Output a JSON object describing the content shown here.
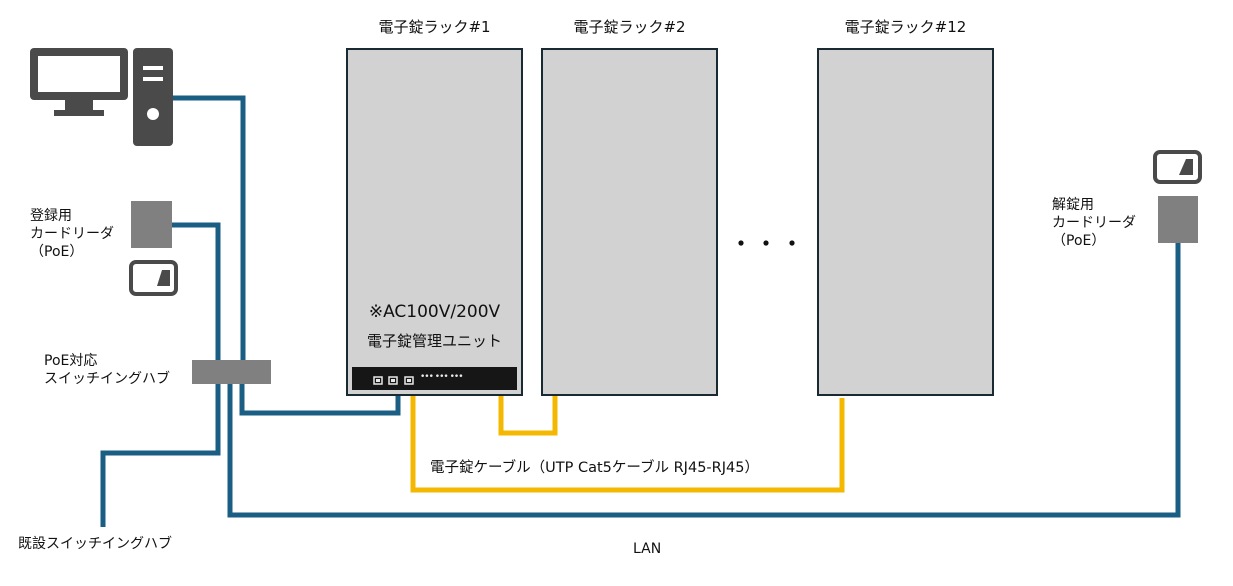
{
  "colors": {
    "lan": "#1b5e84",
    "lock_cable": "#f5b800",
    "rack_fill": "#d2d2d2",
    "rack_border": "#1a2a33",
    "device_gray": "#808080",
    "icon_dark": "#4a4a4a",
    "unit_panel": "#161616"
  },
  "pc": {
    "icon": "desktop-computer-icon"
  },
  "registration_reader": {
    "label_lines": [
      "登録用",
      "カードリーダ",
      "（PoE）"
    ],
    "icon": "card-reader-icon"
  },
  "poe_hub": {
    "label_lines": [
      "PoE対応",
      "スイッチイングハブ"
    ]
  },
  "existing_hub": {
    "label": "既設スイッチイングハブ"
  },
  "racks": [
    {
      "title": "電子錠ラック#1"
    },
    {
      "title": "電子錠ラック#2"
    },
    {
      "title": "電子錠ラック#12"
    }
  ],
  "ellipsis": "・ ・ ・",
  "control_unit": {
    "power_note": "※AC100V/200V",
    "name": "電子錠管理ユニット",
    "port_dots": "••• ••• •••"
  },
  "unlock_reader": {
    "label_lines": [
      "解錠用",
      "カードリーダ",
      "（PoE）"
    ],
    "icon": "card-reader-icon"
  },
  "cable_label": "電子錠ケーブル（UTP Cat5ケーブル RJ45-RJ45）",
  "lan_label": "LAN"
}
